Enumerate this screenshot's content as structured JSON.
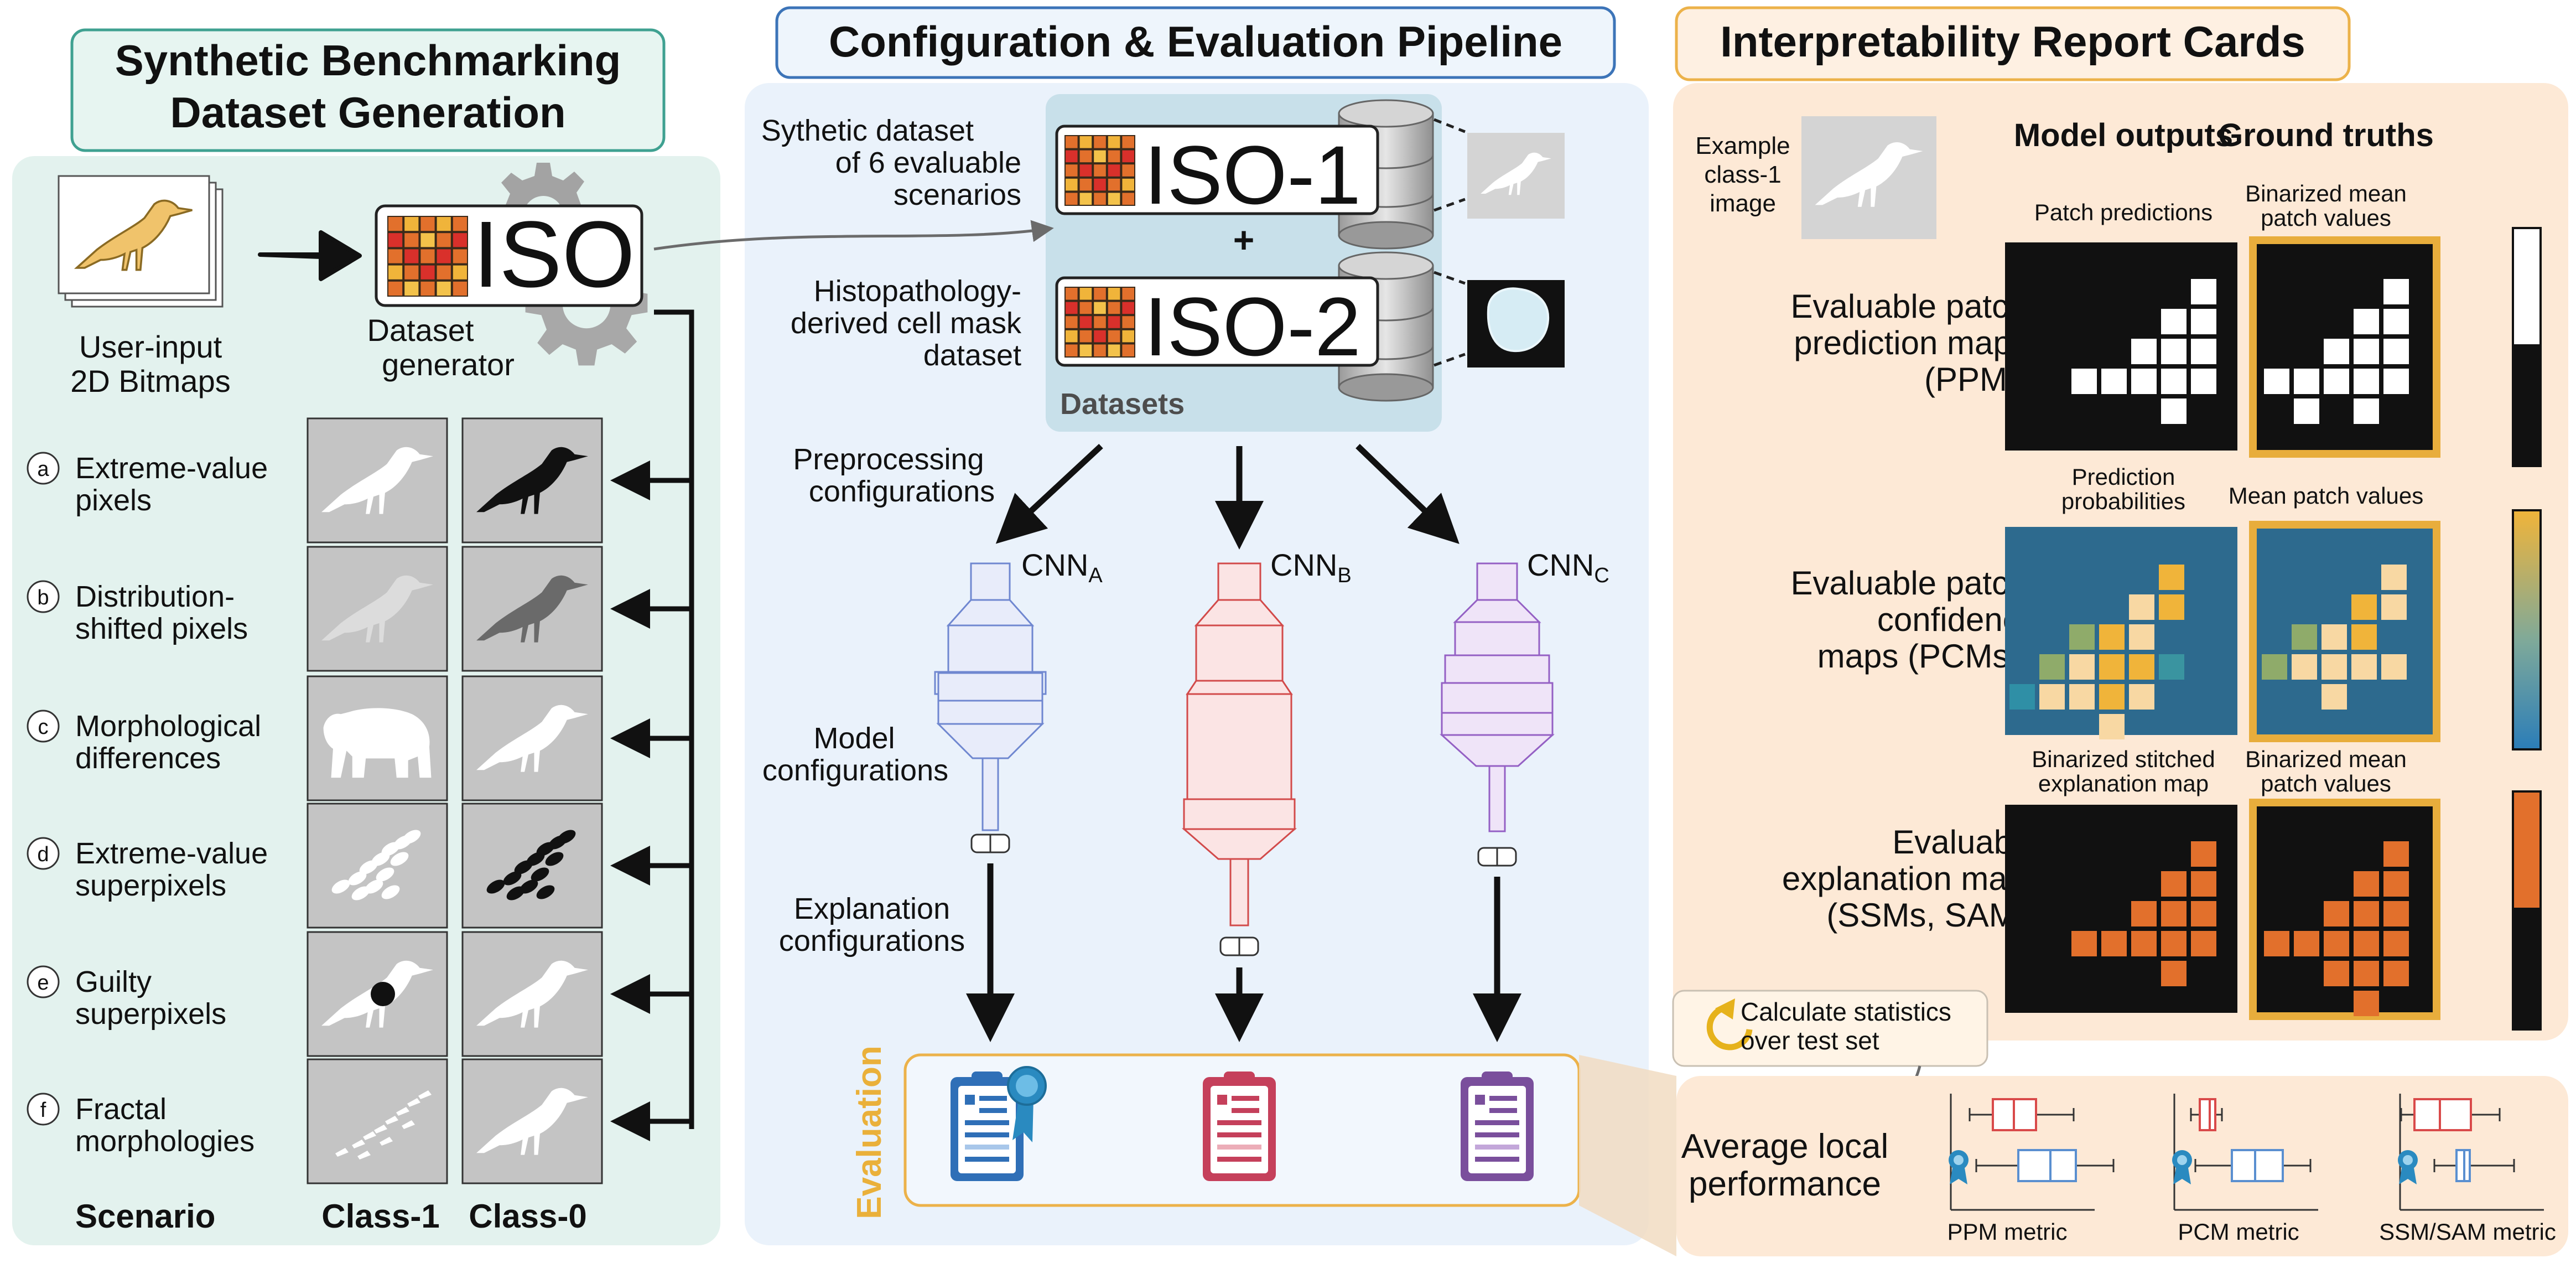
{
  "colors": {
    "teal_panel": "#e3f2ee",
    "teal_border": "#3fa191",
    "blue_panel": "#eaf2fb",
    "blue_border": "#3c74b8",
    "orange_panel": "#fde9d6",
    "orange_border": "#ecb24a",
    "cnn_a": "#7b93d6",
    "cnn_b": "#d94a4a",
    "cnn_c": "#9d6ac9",
    "ppm_white": "#ffffff",
    "sam_orange": "#e2702c",
    "pcm_bg": "#2d6a8e"
  },
  "left": {
    "title_line1": "Synthetic Benchmarking",
    "title_line2": "Dataset Generation",
    "user_input_line1": "User-input",
    "user_input_line2": "2D Bitmaps",
    "logo_text": "ISO",
    "generator_line1": "Dataset",
    "generator_line2": "generator",
    "scenarios": [
      {
        "letter": "a",
        "line1": "Extreme-value",
        "line2": "pixels"
      },
      {
        "letter": "b",
        "line1": "Distribution-",
        "line2": "shifted pixels"
      },
      {
        "letter": "c",
        "line1": "Morphological",
        "line2": "differences"
      },
      {
        "letter": "d",
        "line1": "Extreme-value",
        "line2": "superpixels"
      },
      {
        "letter": "e",
        "line1": "Guilty",
        "line2": "superpixels"
      },
      {
        "letter": "f",
        "line1": "Fractal",
        "line2": "morphologies"
      }
    ],
    "footer_scenario": "Scenario",
    "footer_class1": "Class-1",
    "footer_class0": "Class-0"
  },
  "middle": {
    "title": "Configuration & Evaluation Pipeline",
    "synthetic_line1": "Sythetic dataset",
    "synthetic_line2": "of 6 evaluable",
    "synthetic_line3": "scenarios",
    "iso1": "ISO-1",
    "plus": "+",
    "histo_line1": "Histopathology-",
    "histo_line2": "derived cell mask",
    "histo_line3": "dataset",
    "iso2": "ISO-2",
    "datasets": "Datasets",
    "preproc_line1": "Preprocessing",
    "preproc_line2": "configurations",
    "cnn_base": "CNN",
    "cnn_a_sub": "A",
    "cnn_b_sub": "B",
    "cnn_c_sub": "C",
    "model_line1": "Model",
    "model_line2": "configurations",
    "expl_line1": "Explanation",
    "expl_line2": "configurations",
    "evaluation": "Evaluation"
  },
  "right": {
    "title": "Interpretability Report Cards",
    "example_line1": "Example",
    "example_line2": "class-1",
    "example_line3": "image",
    "col_model": "Model outputs",
    "col_ground": "Ground truths",
    "patch_predictions": "Patch predictions",
    "binarized_mean_line1": "Binarized mean",
    "binarized_mean_line2": "patch values",
    "ppm_line1": "Evaluable patch",
    "ppm_line2": "prediction maps",
    "ppm_line3": "(PPMs)",
    "pred_prob_line1": "Prediction",
    "pred_prob_line2": "probabilities",
    "mean_patch": "Mean patch values",
    "pcm_line1": "Evaluable patch",
    "pcm_line2": "confidence",
    "pcm_line3": "maps (PCMs)",
    "bin_stitched_line1": "Binarized stitched",
    "bin_stitched_line2": "explanation map",
    "bin_mean2_line1": "Binarized mean",
    "bin_mean2_line2": "patch values",
    "sam_line1": "Evaluable",
    "sam_line2": "explanation maps",
    "sam_line3": "(SSMs, SAMs)",
    "calc_line1": "Calculate statistics",
    "calc_line2": "over test set",
    "avg_line1": "Average local",
    "avg_line2": "performance",
    "ppm_metric": "PPM metric",
    "pcm_metric": "PCM metric",
    "ssm_metric": "SSM/SAM metric"
  }
}
